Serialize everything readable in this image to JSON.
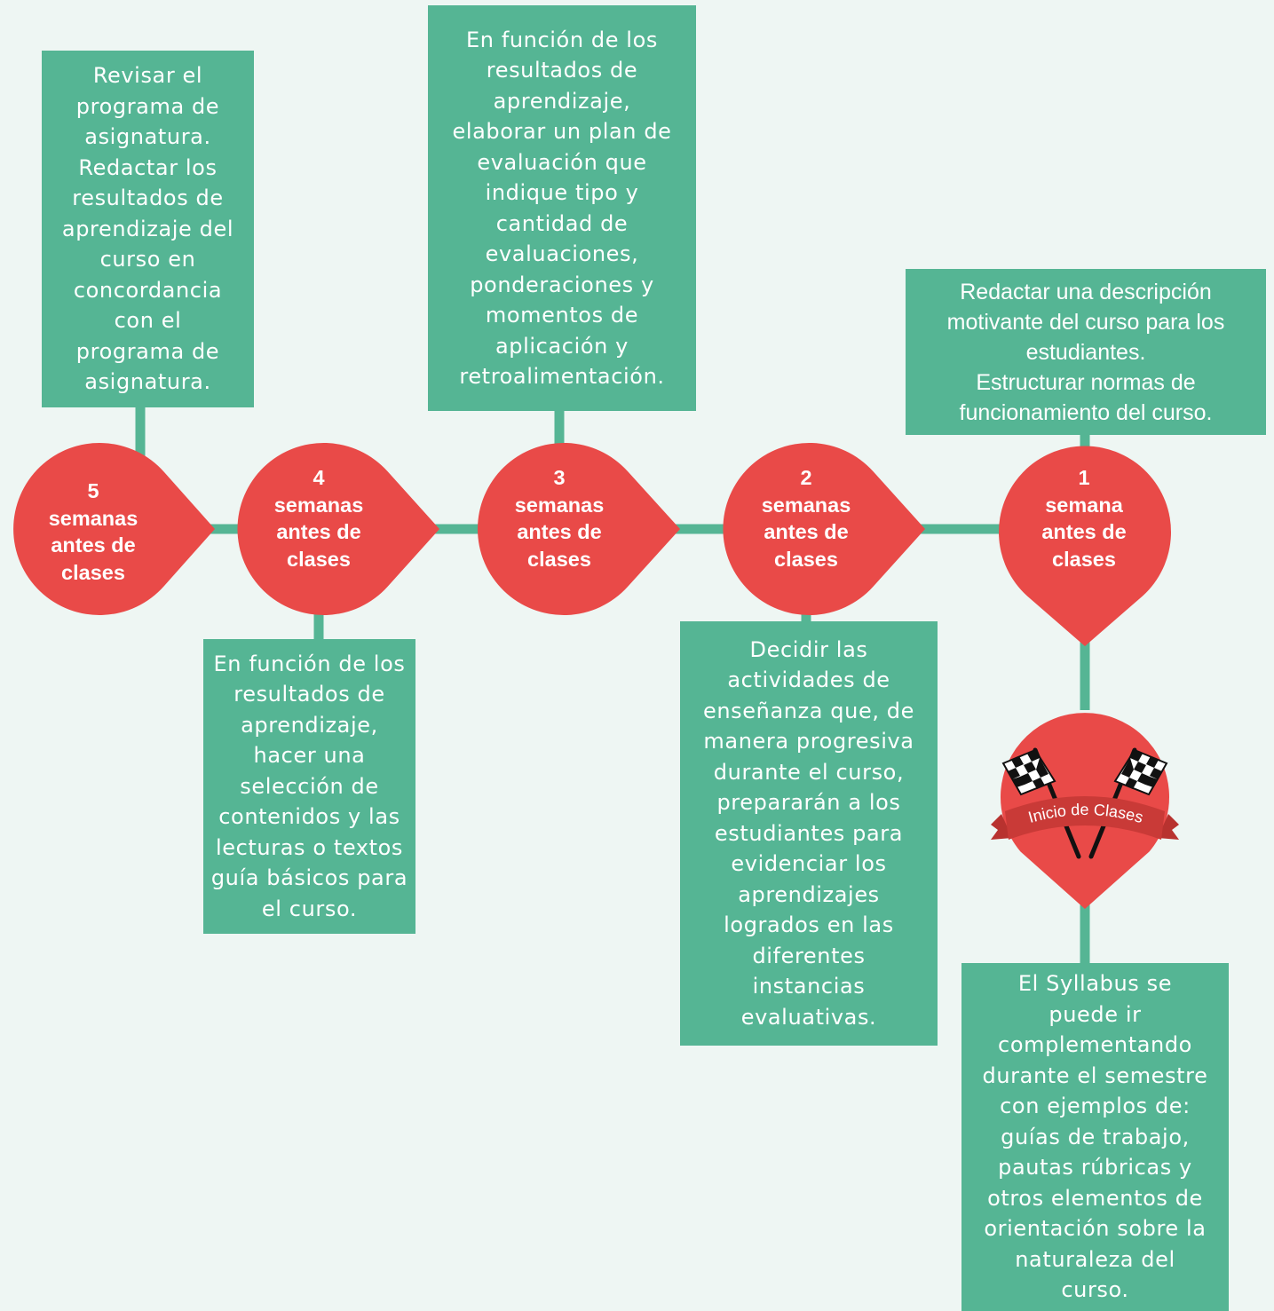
{
  "colors": {
    "background": "#eef6f3",
    "box": "#55b594",
    "connector": "#55b594",
    "pin": "#e94a48",
    "text": "#ffffff"
  },
  "milestones": [
    {
      "number": "5",
      "lines": [
        "semanas",
        "antes de",
        "clases"
      ]
    },
    {
      "number": "4",
      "lines": [
        "semanas",
        "antes de",
        "clases"
      ]
    },
    {
      "number": "3",
      "lines": [
        "semanas",
        "antes de",
        "clases"
      ]
    },
    {
      "number": "2",
      "lines": [
        "semanas",
        "antes de",
        "clases"
      ]
    },
    {
      "number": "1",
      "lines": [
        "semana",
        "antes de",
        "clases"
      ]
    }
  ],
  "tasks": {
    "week5": [
      "Revisar el",
      "programa de",
      "asignatura.",
      "Redactar los",
      "resultados de",
      "aprendizaje del",
      "curso en",
      "concordancia",
      "con el",
      "programa de",
      "asignatura."
    ],
    "week4": [
      "En función de los",
      "resultados de",
      "aprendizaje,",
      "hacer una",
      "selección de",
      "contenidos y las",
      "lecturas o textos",
      "guía básicos para",
      "el curso."
    ],
    "week3": [
      "En función de los",
      "resultados de",
      "aprendizaje,",
      "elaborar un plan de",
      "evaluación que",
      "indique tipo y",
      "cantidad de",
      "evaluaciones,",
      "ponderaciones y",
      "momentos de",
      "aplicación y",
      "retroalimentación."
    ],
    "week2": [
      "Decidir las",
      "actividades de",
      "enseñanza que, de",
      "manera progresiva",
      "durante el curso,",
      "prepararán a los",
      "estudiantes para",
      "evidenciar los",
      "aprendizajes",
      "logrados en las",
      "diferentes",
      "instancias",
      "evaluativas."
    ],
    "week1": [
      "Redactar una descripción",
      "motivante del curso para los",
      "estudiantes.",
      "Estructurar normas de",
      "funcionamiento del curso."
    ],
    "start": [
      "El Syllabus  se",
      "puede ir",
      "complementando",
      "durante el semestre",
      "con ejemplos de:",
      "guías de trabajo,",
      "pautas rúbricas y",
      "otros elementos de",
      "orientación sobre la",
      "naturaleza del",
      "curso."
    ]
  },
  "start_badge": {
    "label": "Inicio de Clases",
    "icon": "checkered-flags-icon"
  }
}
